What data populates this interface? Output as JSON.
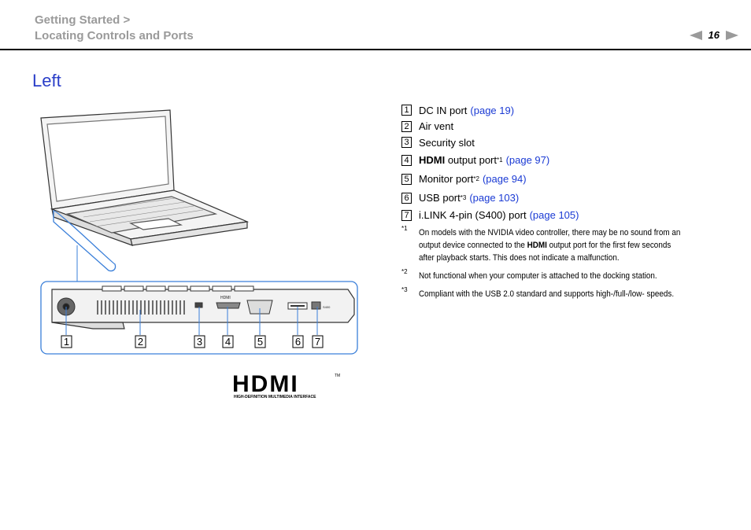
{
  "header": {
    "breadcrumb_line1": "Getting Started >",
    "breadcrumb_line2": "Locating Controls and Ports",
    "page_number": "16"
  },
  "section_title": "Left",
  "items": [
    {
      "num": "1",
      "label": "DC IN port",
      "bold": "",
      "sup": "",
      "link": "(page 19)"
    },
    {
      "num": "2",
      "label": "Air vent",
      "bold": "",
      "sup": "",
      "link": ""
    },
    {
      "num": "3",
      "label": "Security slot",
      "bold": "",
      "sup": "",
      "link": ""
    },
    {
      "num": "4",
      "label": " output port",
      "bold": "HDMI",
      "sup": "*1",
      "link": "(page 97)"
    },
    {
      "num": "5",
      "label": "Monitor port",
      "bold": "",
      "sup": "*2",
      "link": "(page 94)"
    },
    {
      "num": "6",
      "label": "USB port",
      "bold": "",
      "sup": "*3",
      "link": "(page 103)"
    },
    {
      "num": "7",
      "label": "i.LINK 4-pin (S400) port",
      "bold": "",
      "sup": "",
      "link": "(page 105)"
    }
  ],
  "footnotes": [
    {
      "mark": "*1",
      "pre": "On models with the NVIDIA video controller, there may be no sound from an output device connected to the ",
      "bold": "HDMI",
      "post": " output port for the first few seconds after playback starts. This does not indicate a malfunction."
    },
    {
      "mark": "*2",
      "pre": "Not functional when your computer is attached to the docking station.",
      "bold": "",
      "post": ""
    },
    {
      "mark": "*3",
      "pre": "Compliant with the USB 2.0 standard and supports high-/full-/low- speeds.",
      "bold": "",
      "post": ""
    }
  ],
  "callouts": [
    "1",
    "2",
    "3",
    "4",
    "5",
    "6",
    "7"
  ],
  "port_labels": {
    "hdmi": "HDMI",
    "ilink": "S400"
  },
  "logo": {
    "wordmark": "HDMI",
    "tm": "TM",
    "tagline": "HIGH-DEFINITION MULTIMEDIA INTERFACE"
  },
  "colors": {
    "accent": "#2a3ec8",
    "link": "#1a3ad4",
    "callout_line": "#3a7fd9",
    "muted": "#9a9a9a"
  }
}
